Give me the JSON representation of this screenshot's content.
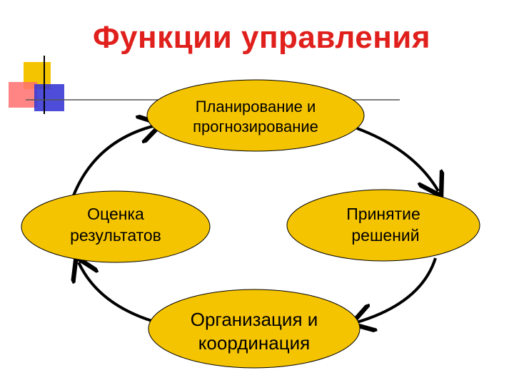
{
  "title": "Функции управления",
  "colors": {
    "title": "#e0201c",
    "node_fill": "#f5c400",
    "node_stroke": "#000000",
    "arrow": "#000000",
    "deco_yellow": "#f5c400",
    "deco_red": "#ff6b6b",
    "deco_blue": "#3a3ad6"
  },
  "nodes": {
    "top": {
      "line1": "Планирование и",
      "line2": "прогнозирование"
    },
    "right": {
      "line1": "Принятие",
      "line2": "решений"
    },
    "bottom": {
      "line1": "Организация и",
      "line2": "координация"
    },
    "left": {
      "line1": "Оценка",
      "line2": "результатов"
    }
  },
  "flow": [
    "top",
    "right",
    "bottom",
    "left",
    "top"
  ]
}
